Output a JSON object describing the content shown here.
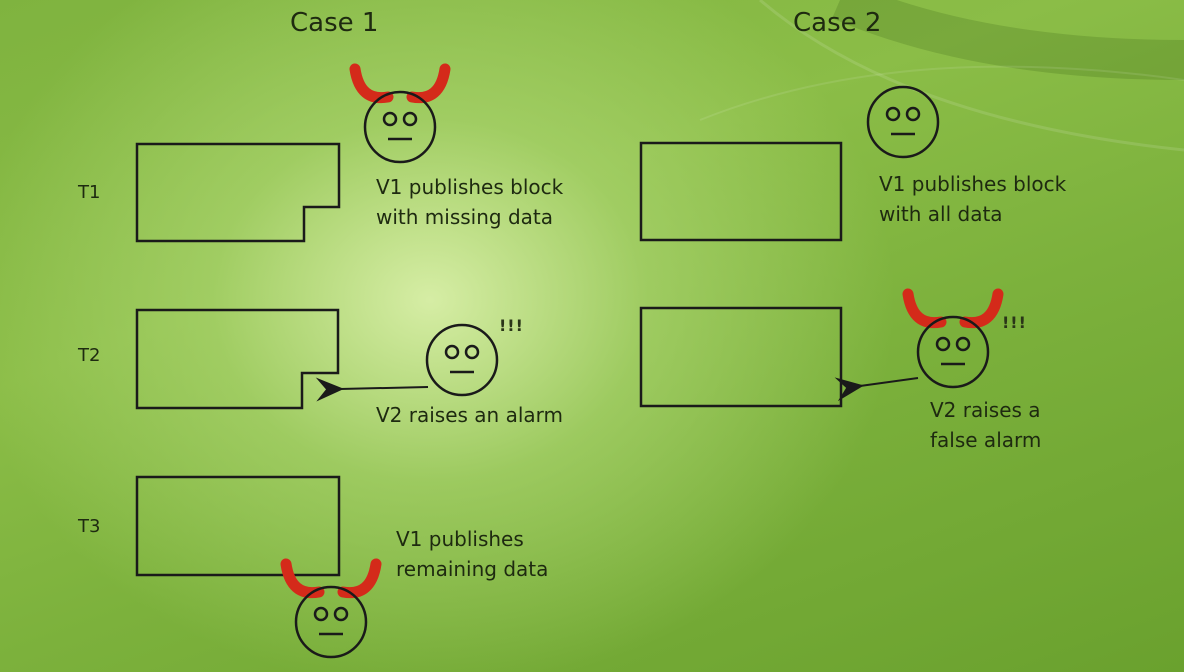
{
  "headers": {
    "case1": "Case 1",
    "case2": "Case 2"
  },
  "rows": {
    "t1": "T1",
    "t2": "T2",
    "t3": "T3"
  },
  "case1": {
    "t1_caption": "V1 publishes block\nwith missing data",
    "t2_caption": "V2 raises an alarm",
    "t2_exclaim": "!!!",
    "t3_caption": "V1 publishes\nremaining data"
  },
  "case2": {
    "t1_caption": "V1 publishes block\nwith all data",
    "t2_caption": "V2 raises a\nfalse alarm",
    "t2_exclaim": "!!!"
  },
  "colors": {
    "horn": "#d42a1a",
    "stroke": "#1a1a1a"
  }
}
